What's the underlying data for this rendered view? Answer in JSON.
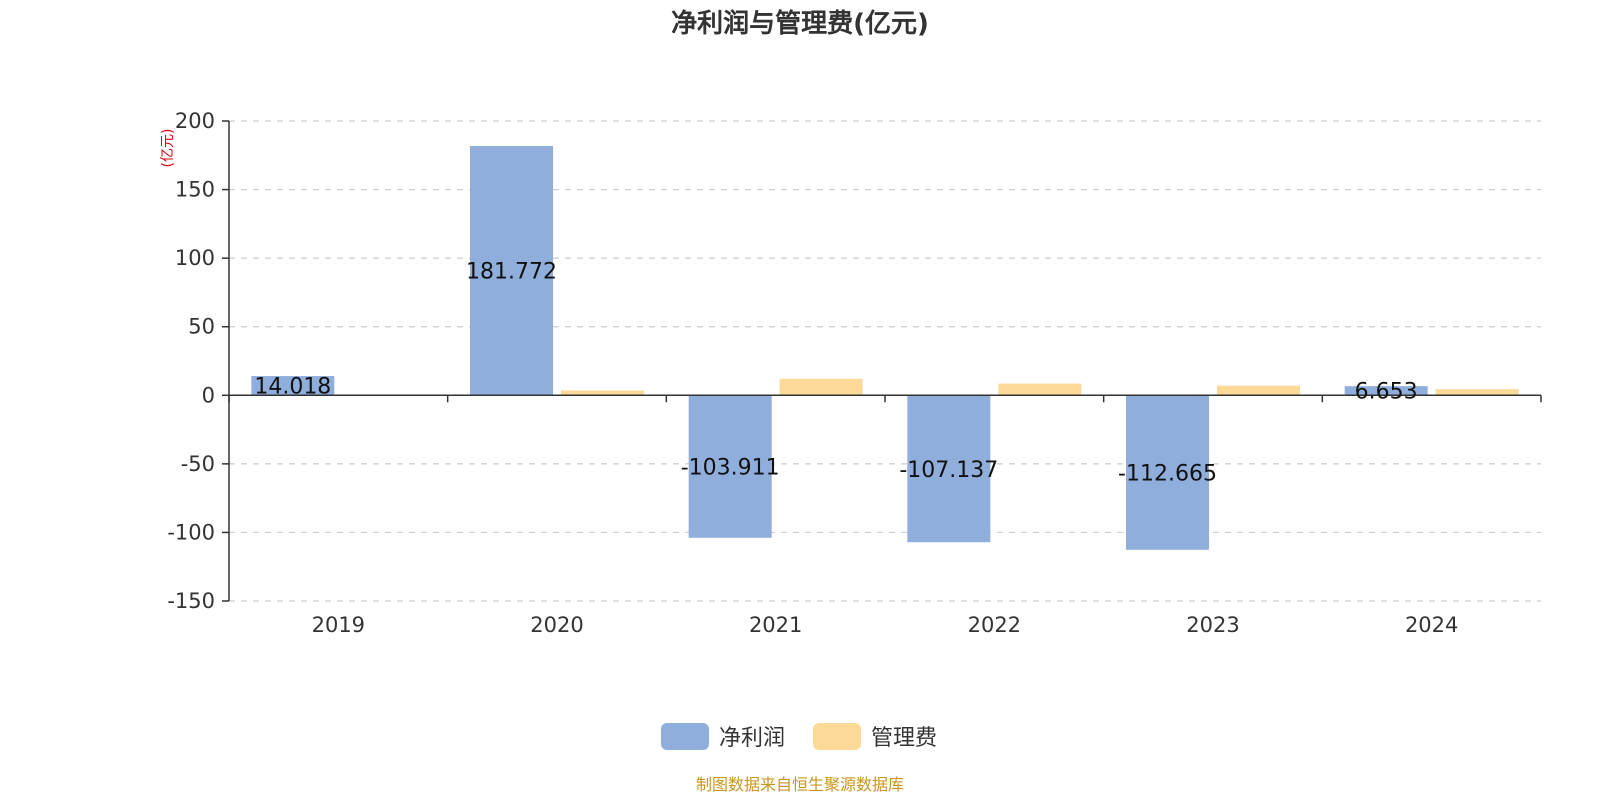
{
  "chart_data": {
    "type": "bar",
    "title": "净利润与管理费(亿元)",
    "ylabel": "(亿元)",
    "categories": [
      "2019",
      "2020",
      "2021",
      "2022",
      "2023",
      "2024"
    ],
    "series": [
      {
        "name": "净利润",
        "color": "#8faedb",
        "values": [
          14.018,
          181.772,
          -103.911,
          -107.137,
          -112.665,
          6.653
        ],
        "labels": [
          "14.018",
          "181.772",
          "-103.911",
          "-107.137",
          "-112.665",
          "6.653"
        ]
      },
      {
        "name": "管理费",
        "color": "#fdd998",
        "values": [
          0.5,
          3.5,
          12.0,
          8.5,
          7.0,
          4.5
        ]
      }
    ],
    "ylim": [
      -150,
      200
    ],
    "yticks": [
      200,
      150,
      100,
      50,
      0,
      -50,
      -100,
      -150
    ],
    "grid": true,
    "legend": "bottom-center"
  },
  "footer": {
    "source": "制图数据来自恒生聚源数据库"
  }
}
